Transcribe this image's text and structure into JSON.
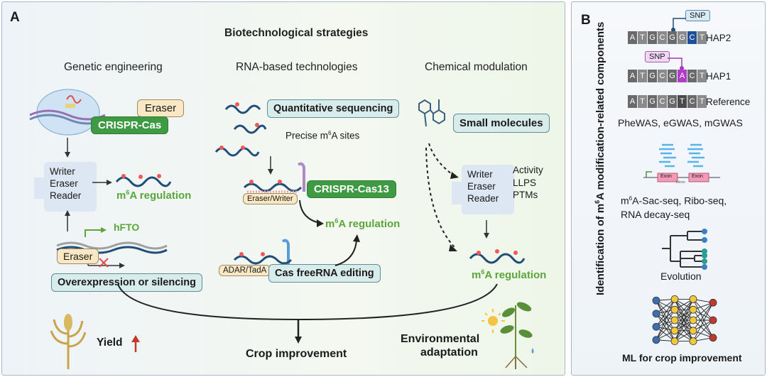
{
  "panel_a": {
    "label": "A",
    "title": "Biotechnological strategies",
    "columns": {
      "genetic": "Genetic engineering",
      "rna": "RNA-based technologies",
      "chemical": "Chemical modulation"
    },
    "genetic": {
      "eraser": "Eraser",
      "crispr": "CRISPR-Cas",
      "writer": "Writer",
      "eraser2": "Eraser",
      "reader": "Reader",
      "regulation_pre": "m",
      "regulation_sup": "6",
      "regulation_post": "A regulation",
      "hfto": "hFTO",
      "eraser_small": "Eraser",
      "overexpression": "Overexpression or silencing"
    },
    "rna": {
      "quant_seq": "Quantitative sequencing",
      "precise_pre": "Precise m",
      "precise_sup": "6",
      "precise_post": "A sites",
      "eraser_writer": "Eraser/Writer",
      "crispr13": "CRISPR-Cas13",
      "regulation_pre": "m",
      "regulation_sup": "6",
      "regulation_post": "A regulation",
      "adar": "ADAR/TadA",
      "cas_free": "Cas freeRNA editing"
    },
    "chemical": {
      "small_molecules": "Small molecules",
      "writer": "Writer",
      "eraser": "Eraser",
      "reader": "Reader",
      "activity": "Activity",
      "llps": "LLPS",
      "ptms": "PTMs",
      "regulation_pre": "m",
      "regulation_sup": "6",
      "regulation_post": "A regulation"
    },
    "bottom": {
      "yield": "Yield",
      "crop": "Crop improvement",
      "env1": "Environmental",
      "env2": "adaptation"
    }
  },
  "panel_b": {
    "label": "B",
    "vertical_pre": "Identification of m",
    "vertical_sup": "6",
    "vertical_post": "A modification-related components",
    "snp1": "SNP",
    "snp2": "SNP",
    "hap2": "HAP2",
    "hap1": "HAP1",
    "reference": "Reference",
    "hap2_seq": [
      "A",
      "T",
      "G",
      "C",
      "G",
      "G",
      "C",
      "T"
    ],
    "hap1_seq": [
      "A",
      "T",
      "G",
      "C",
      "G",
      "A",
      "C",
      "T"
    ],
    "ref_seq": [
      "A",
      "T",
      "G",
      "C",
      "G",
      "T",
      "C",
      "T"
    ],
    "gwas": "PheWAS, eGWAS, mGWAS",
    "exon1": "Exon",
    "exon2": "Exon",
    "intron": "Intron",
    "seq_methods_pre": "m",
    "seq_methods_sup": "6",
    "seq_methods_post": "A-Sac-seq, Ribo-seq,",
    "seq_methods2": "RNA decay-seq",
    "evolution": "Evolution",
    "ml": "ML for crop improvement"
  },
  "colors": {
    "green": "#5aa63c",
    "dark_green": "#3e9a43",
    "teal": "#d8ecec",
    "cream": "#f9e8c3",
    "rna_blue": "#1f4e79",
    "m6a_red": "#f25757",
    "arrow_red": "#c0392b"
  }
}
